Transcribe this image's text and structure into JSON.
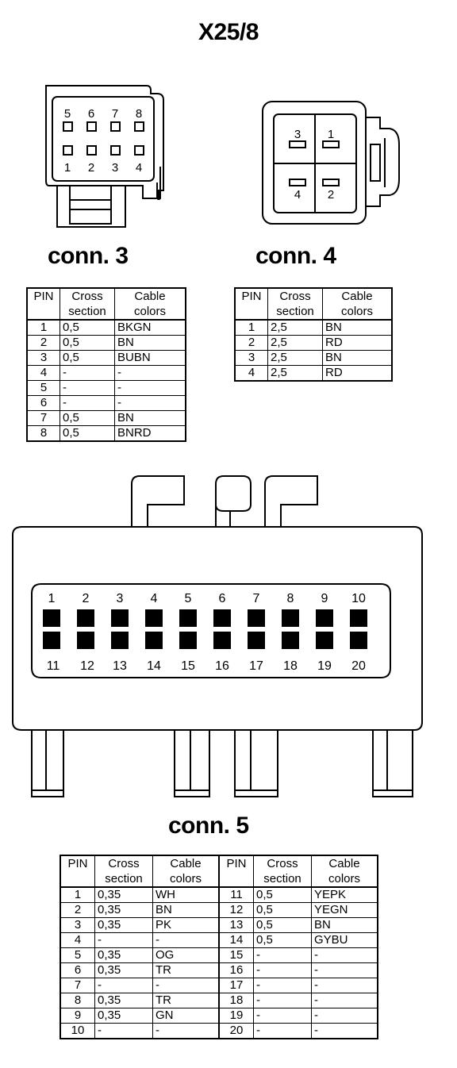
{
  "title": "X25/8",
  "conn3": {
    "label": "conn. 3",
    "pin_numbers_top": [
      "5",
      "6",
      "7",
      "8"
    ],
    "pin_numbers_bottom": [
      "1",
      "2",
      "3",
      "4"
    ],
    "headers": {
      "pin": "PIN",
      "cross": [
        "Cross",
        "section"
      ],
      "colors": [
        "Cable",
        "colors"
      ]
    },
    "rows": [
      {
        "pin": "1",
        "cross": "0,5",
        "color": "BKGN"
      },
      {
        "pin": "2",
        "cross": "0,5",
        "color": "BN"
      },
      {
        "pin": "3",
        "cross": "0,5",
        "color": "BUBN"
      },
      {
        "pin": "4",
        "cross": "-",
        "color": "-"
      },
      {
        "pin": "5",
        "cross": "-",
        "color": "-"
      },
      {
        "pin": "6",
        "cross": "-",
        "color": "-"
      },
      {
        "pin": "7",
        "cross": "0,5",
        "color": "BN"
      },
      {
        "pin": "8",
        "cross": "0,5",
        "color": "BNRD"
      }
    ]
  },
  "conn4": {
    "label": "conn. 4",
    "pin_numbers": [
      "3",
      "1",
      "4",
      "2"
    ],
    "headers": {
      "pin": "PIN",
      "cross": [
        "Cross",
        "section"
      ],
      "colors": [
        "Cable",
        "colors"
      ]
    },
    "rows": [
      {
        "pin": "1",
        "cross": "2,5",
        "color": "BN"
      },
      {
        "pin": "2",
        "cross": "2,5",
        "color": "RD"
      },
      {
        "pin": "3",
        "cross": "2,5",
        "color": "BN"
      },
      {
        "pin": "4",
        "cross": "2,5",
        "color": "RD"
      }
    ]
  },
  "conn5": {
    "label": "conn. 5",
    "pin_numbers_top": [
      "1",
      "2",
      "3",
      "4",
      "5",
      "6",
      "7",
      "8",
      "9",
      "10"
    ],
    "pin_numbers_bottom": [
      "11",
      "12",
      "13",
      "14",
      "15",
      "16",
      "17",
      "18",
      "19",
      "20"
    ],
    "headers": {
      "pin": "PIN",
      "cross": [
        "Cross",
        "section"
      ],
      "colors": [
        "Cable",
        "colors"
      ]
    },
    "rows": [
      {
        "pin": "1",
        "cross": "0,35",
        "color": "WH",
        "pin2": "11",
        "cross2": "0,5",
        "color2": "YEPK"
      },
      {
        "pin": "2",
        "cross": "0,35",
        "color": "BN",
        "pin2": "12",
        "cross2": "0,5",
        "color2": "YEGN"
      },
      {
        "pin": "3",
        "cross": "0,35",
        "color": "PK",
        "pin2": "13",
        "cross2": "0,5",
        "color2": "BN"
      },
      {
        "pin": "4",
        "cross": "-",
        "color": "-",
        "pin2": "14",
        "cross2": "0,5",
        "color2": "GYBU"
      },
      {
        "pin": "5",
        "cross": "0,35",
        "color": "OG",
        "pin2": "15",
        "cross2": "-",
        "color2": "-"
      },
      {
        "pin": "6",
        "cross": "0,35",
        "color": "TR",
        "pin2": "16",
        "cross2": "-",
        "color2": "-"
      },
      {
        "pin": "7",
        "cross": "-",
        "color": "-",
        "pin2": "17",
        "cross2": "-",
        "color2": "-"
      },
      {
        "pin": "8",
        "cross": "0,35",
        "color": "TR",
        "pin2": "18",
        "cross2": "-",
        "color2": "-"
      },
      {
        "pin": "9",
        "cross": "0,35",
        "color": "GN",
        "pin2": "19",
        "cross2": "-",
        "color2": "-"
      },
      {
        "pin": "10",
        "cross": "-",
        "color": "-",
        "pin2": "20",
        "cross2": "-",
        "color2": "-"
      }
    ]
  }
}
